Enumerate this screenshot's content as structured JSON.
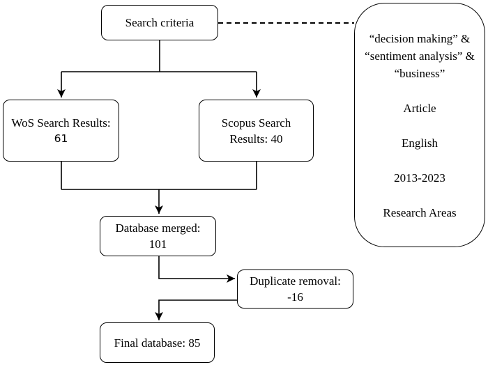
{
  "figure": {
    "background": "#ffffff",
    "line_color": "#000000"
  },
  "nodes": {
    "search_criteria": {
      "label": "Search criteria"
    },
    "wos": {
      "line1": "WoS Search Results:",
      "line2": "61"
    },
    "scopus": {
      "line1": "Scopus Search",
      "line2": "Results: 40"
    },
    "merged": {
      "line1": "Database merged:",
      "line2": "101"
    },
    "duplicate": {
      "line1": "Duplicate removal:",
      "line2": "-16"
    },
    "final": {
      "label": "Final database: 85"
    }
  },
  "criteria_panel": {
    "query_lines": [
      "“decision making” &",
      "“sentiment analysis” &",
      "“business”"
    ],
    "items": [
      "Article",
      "English",
      "2013-2023",
      "Research Areas"
    ]
  }
}
